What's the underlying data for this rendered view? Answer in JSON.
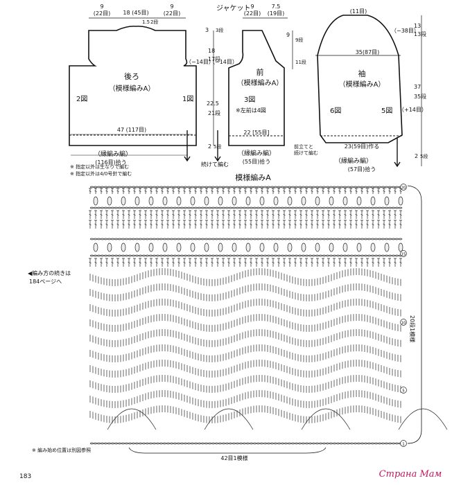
{
  "title": "ジャケット",
  "back": {
    "name": "後ろ",
    "pattern": "（模様編みA）",
    "left_fig": "2図",
    "right_fig": "1図",
    "top_left_w": "9",
    "top_left_st": "(22目)",
    "top_mid_w": "18",
    "top_mid_st": "(45目)",
    "top_right_w": "9",
    "top_right_st": "(22目)",
    "neck_h": "1.5",
    "neck_h_rows": "2段",
    "width": "47",
    "width_st": "(117目)",
    "border": "（縁編み編）",
    "bottom": "(116目)拾う",
    "armhole_dec": "（−14目）"
  },
  "front": {
    "name": "前",
    "pattern": "（模様編みA）",
    "fig": "3図",
    "note": "※左前は4図",
    "top_w1": "9",
    "top_st1": "(22目)",
    "top_w2": "7.5",
    "top_st2": "(19目)",
    "width": "22",
    "width_st": "[55目]",
    "border": "（縁編み編）",
    "bottom": "(55目)拾う",
    "arm_dec": "（−14目）",
    "join_note1": "前立てと",
    "join_note2": "続けて編む"
  },
  "sleeve": {
    "name": "袖",
    "pattern": "（模様編みA）",
    "left_fig": "6図",
    "right_fig": "5図",
    "top": "(11目)",
    "top_dec": "（−38目）",
    "width": "35(87目)",
    "inc": "（+14目）",
    "cuff": "23(59目)作る",
    "border": "（縁編み編）",
    "bottom": "(57目)拾う"
  },
  "dims": {
    "back_shoulder": "3",
    "back_shoulder_rows": "3段",
    "back_armhole": "18",
    "back_armhole_rows": "17段",
    "back_body": "22.5",
    "back_body_rows": "21段",
    "back_border": "2",
    "back_border_rows": "5段",
    "front_neck": "9",
    "front_neck_rows": "9段",
    "front_arm_rows": "11段",
    "sleeve_cap": "13",
    "sleeve_cap_rows": "13段",
    "sleeve_len": "37",
    "sleeve_len_rows": "35段",
    "sleeve_border": "2",
    "sleeve_border_rows": "5段",
    "join_note": "続けて編む"
  },
  "notes": {
    "n1": "※ 指定以外は生なりで編む",
    "n2": "※ 指定以外は4/0号針で編む"
  },
  "chart": {
    "title": "模様編みA",
    "continue1": "◀編み方の続きは",
    "continue2": "184ページへ",
    "rows_label": "20段1模様",
    "repeat_label": "42目1模様",
    "start_note": "※ 編み始め位置は別図参照",
    "row_marks": [
      "20",
      "15",
      "10",
      "5",
      "1"
    ]
  },
  "page_number": "183",
  "watermark": "Страна Мам"
}
